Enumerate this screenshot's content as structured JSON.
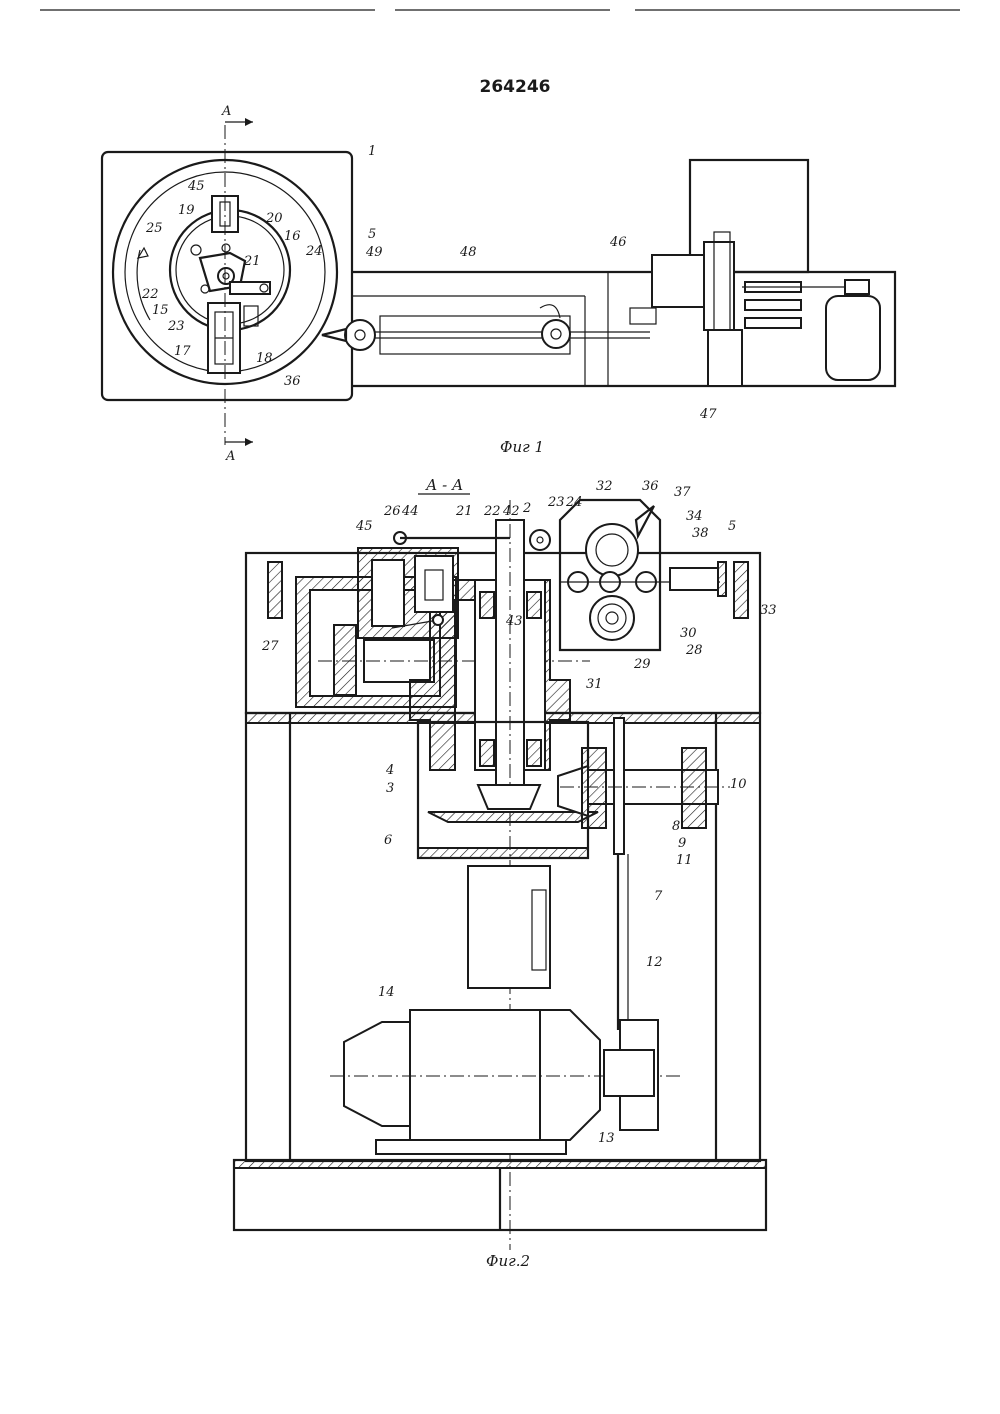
{
  "patent_number": "264246",
  "figure1": {
    "caption": "Фиг 1",
    "section_marks": [
      "A",
      "A"
    ],
    "labels": [
      "1",
      "45",
      "19",
      "20",
      "25",
      "16",
      "24",
      "5",
      "21",
      "22",
      "15",
      "23",
      "17",
      "18",
      "36",
      "49",
      "48",
      "46",
      "47"
    ]
  },
  "figure2": {
    "caption": "Фиг.2",
    "section_title": "А - А",
    "labels": [
      "26",
      "44",
      "21",
      "22",
      "42",
      "2",
      "23",
      "24",
      "32",
      "36",
      "37",
      "34",
      "38",
      "5",
      "45",
      "43",
      "33",
      "27",
      "30",
      "28",
      "29",
      "31",
      "4",
      "3",
      "10",
      "8",
      "9",
      "11",
      "6",
      "7",
      "12",
      "14",
      "13"
    ]
  }
}
